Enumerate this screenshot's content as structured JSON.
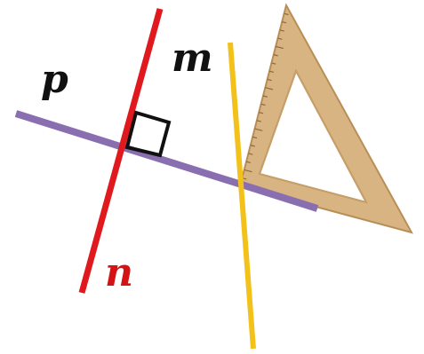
{
  "labels": {
    "p": "p",
    "m": "m",
    "n": "n"
  },
  "colors": {
    "line_p": "#8a6fb0",
    "line_n": "#e0191e",
    "line_m": "#f3c21a",
    "label_dark": "#111111",
    "label_n": "#d41414",
    "right_angle_mark": "#111111",
    "set_square_fill": "#d9b483",
    "set_square_edge": "#b98e56",
    "set_square_ticks": "#8a6a3c"
  },
  "icons": {
    "set_square": "set-square-ruler-icon"
  }
}
